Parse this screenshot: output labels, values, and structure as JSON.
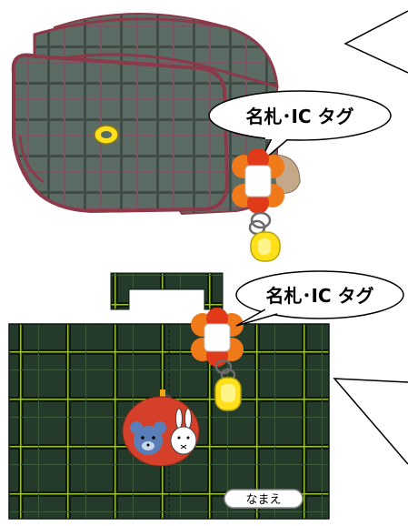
{
  "labels": {
    "tag_label_top": "名札･IC タグ",
    "tag_label_bottom": "名札･IC タグ",
    "name_plate": "なまえ"
  },
  "colors": {
    "randoseru_body": "#5b6c64",
    "randoseru_trim": "#8c3a4a",
    "plaid_bag_body": "#243a2a",
    "plaid_line_green": "#9bbd3a",
    "plaid_line_dark": "#0d1a12",
    "flower_orange": "#f07a1a",
    "flower_red": "#e03a1a",
    "ic_tag_yellow": "#ffe01a",
    "apple_red": "#d5402a"
  }
}
